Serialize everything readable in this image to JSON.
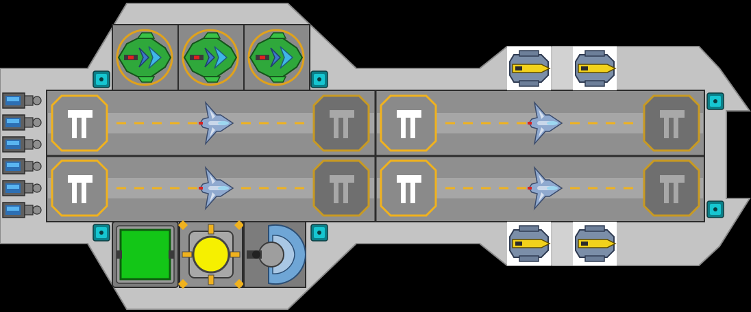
{
  "scene": {
    "background": "#000000",
    "hull_color": "#c4c4c4",
    "hull_shadow": "#a9a9a9",
    "runway_color": "#8f8f8f",
    "runway_stripe": "#a6a6a6",
    "outline": "#2c2c2c"
  },
  "colors": {
    "accent_yellow": "#f0b21e",
    "pad_text": "#ffffff",
    "fighter_blue": "#8fa9cf",
    "bomber_green": "#2fa83b",
    "engine_blue": "#3fb6e8",
    "cyan_light": "#16c6d1",
    "core_yellow": "#f6f000",
    "cargo_green": "#13c617"
  },
  "icons": {
    "pad": "landing-pad-icon",
    "fighter": "fighter-ship-icon",
    "bomber": "green-bomber-icon",
    "drone": "yellow-drone-icon",
    "light": "cyan-light-icon",
    "thruster": "thruster-icon",
    "cargo": "cargo-hatch-icon",
    "reactor": "reactor-icon",
    "turret": "turret-icon"
  },
  "counts": {
    "bays": 3,
    "runways": 4,
    "drones": 4,
    "thrusters": 6,
    "lights": 6
  }
}
